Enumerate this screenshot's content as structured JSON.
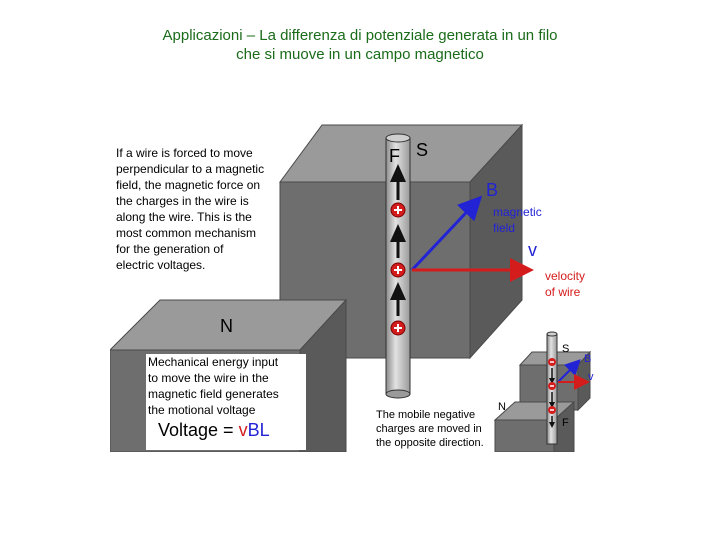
{
  "title": {
    "line1": "Applicazioni – La differenza di potenziale generata in un filo",
    "line2": "che si muove in un campo magnetico"
  },
  "figure": {
    "label_S": "S",
    "label_N": "N",
    "label_F": "F",
    "label_B": "B",
    "label_v": "v",
    "magnetic_field": [
      "magnetic",
      "field"
    ],
    "velocity_of_wire": [
      "velocity",
      "of wire"
    ],
    "caption_left": [
      "If a wire is forced to move",
      "perpendicular to a magnetic",
      "field, the magnetic force on",
      "the charges in the wire is",
      "along the wire. This is the",
      "most common mechanism",
      "for the generation of",
      "electric voltages."
    ],
    "caption_bottom": [
      "Mechanical energy input",
      "to move the wire in the",
      "magnetic field generates",
      "the motional voltage"
    ],
    "formula_prefix": "Voltage = ",
    "formula_v": "v",
    "formula_rest": "BL",
    "mobile_caption": [
      "The mobile negative",
      "charges are moved in",
      "the opposite direction."
    ],
    "inset": {
      "label_S": "S",
      "label_N": "N",
      "label_F": "F",
      "label_B": "B",
      "label_v": "v"
    }
  },
  "colors": {
    "title": "#1a6b1a",
    "magnet_front": "#6e6e6e",
    "magnet_top": "#9a9a9a",
    "magnet_side": "#5a5a5a",
    "field_vector": "#2323d6",
    "velocity_vector": "#d51c1c",
    "charge_marker": "#d51c1c"
  }
}
